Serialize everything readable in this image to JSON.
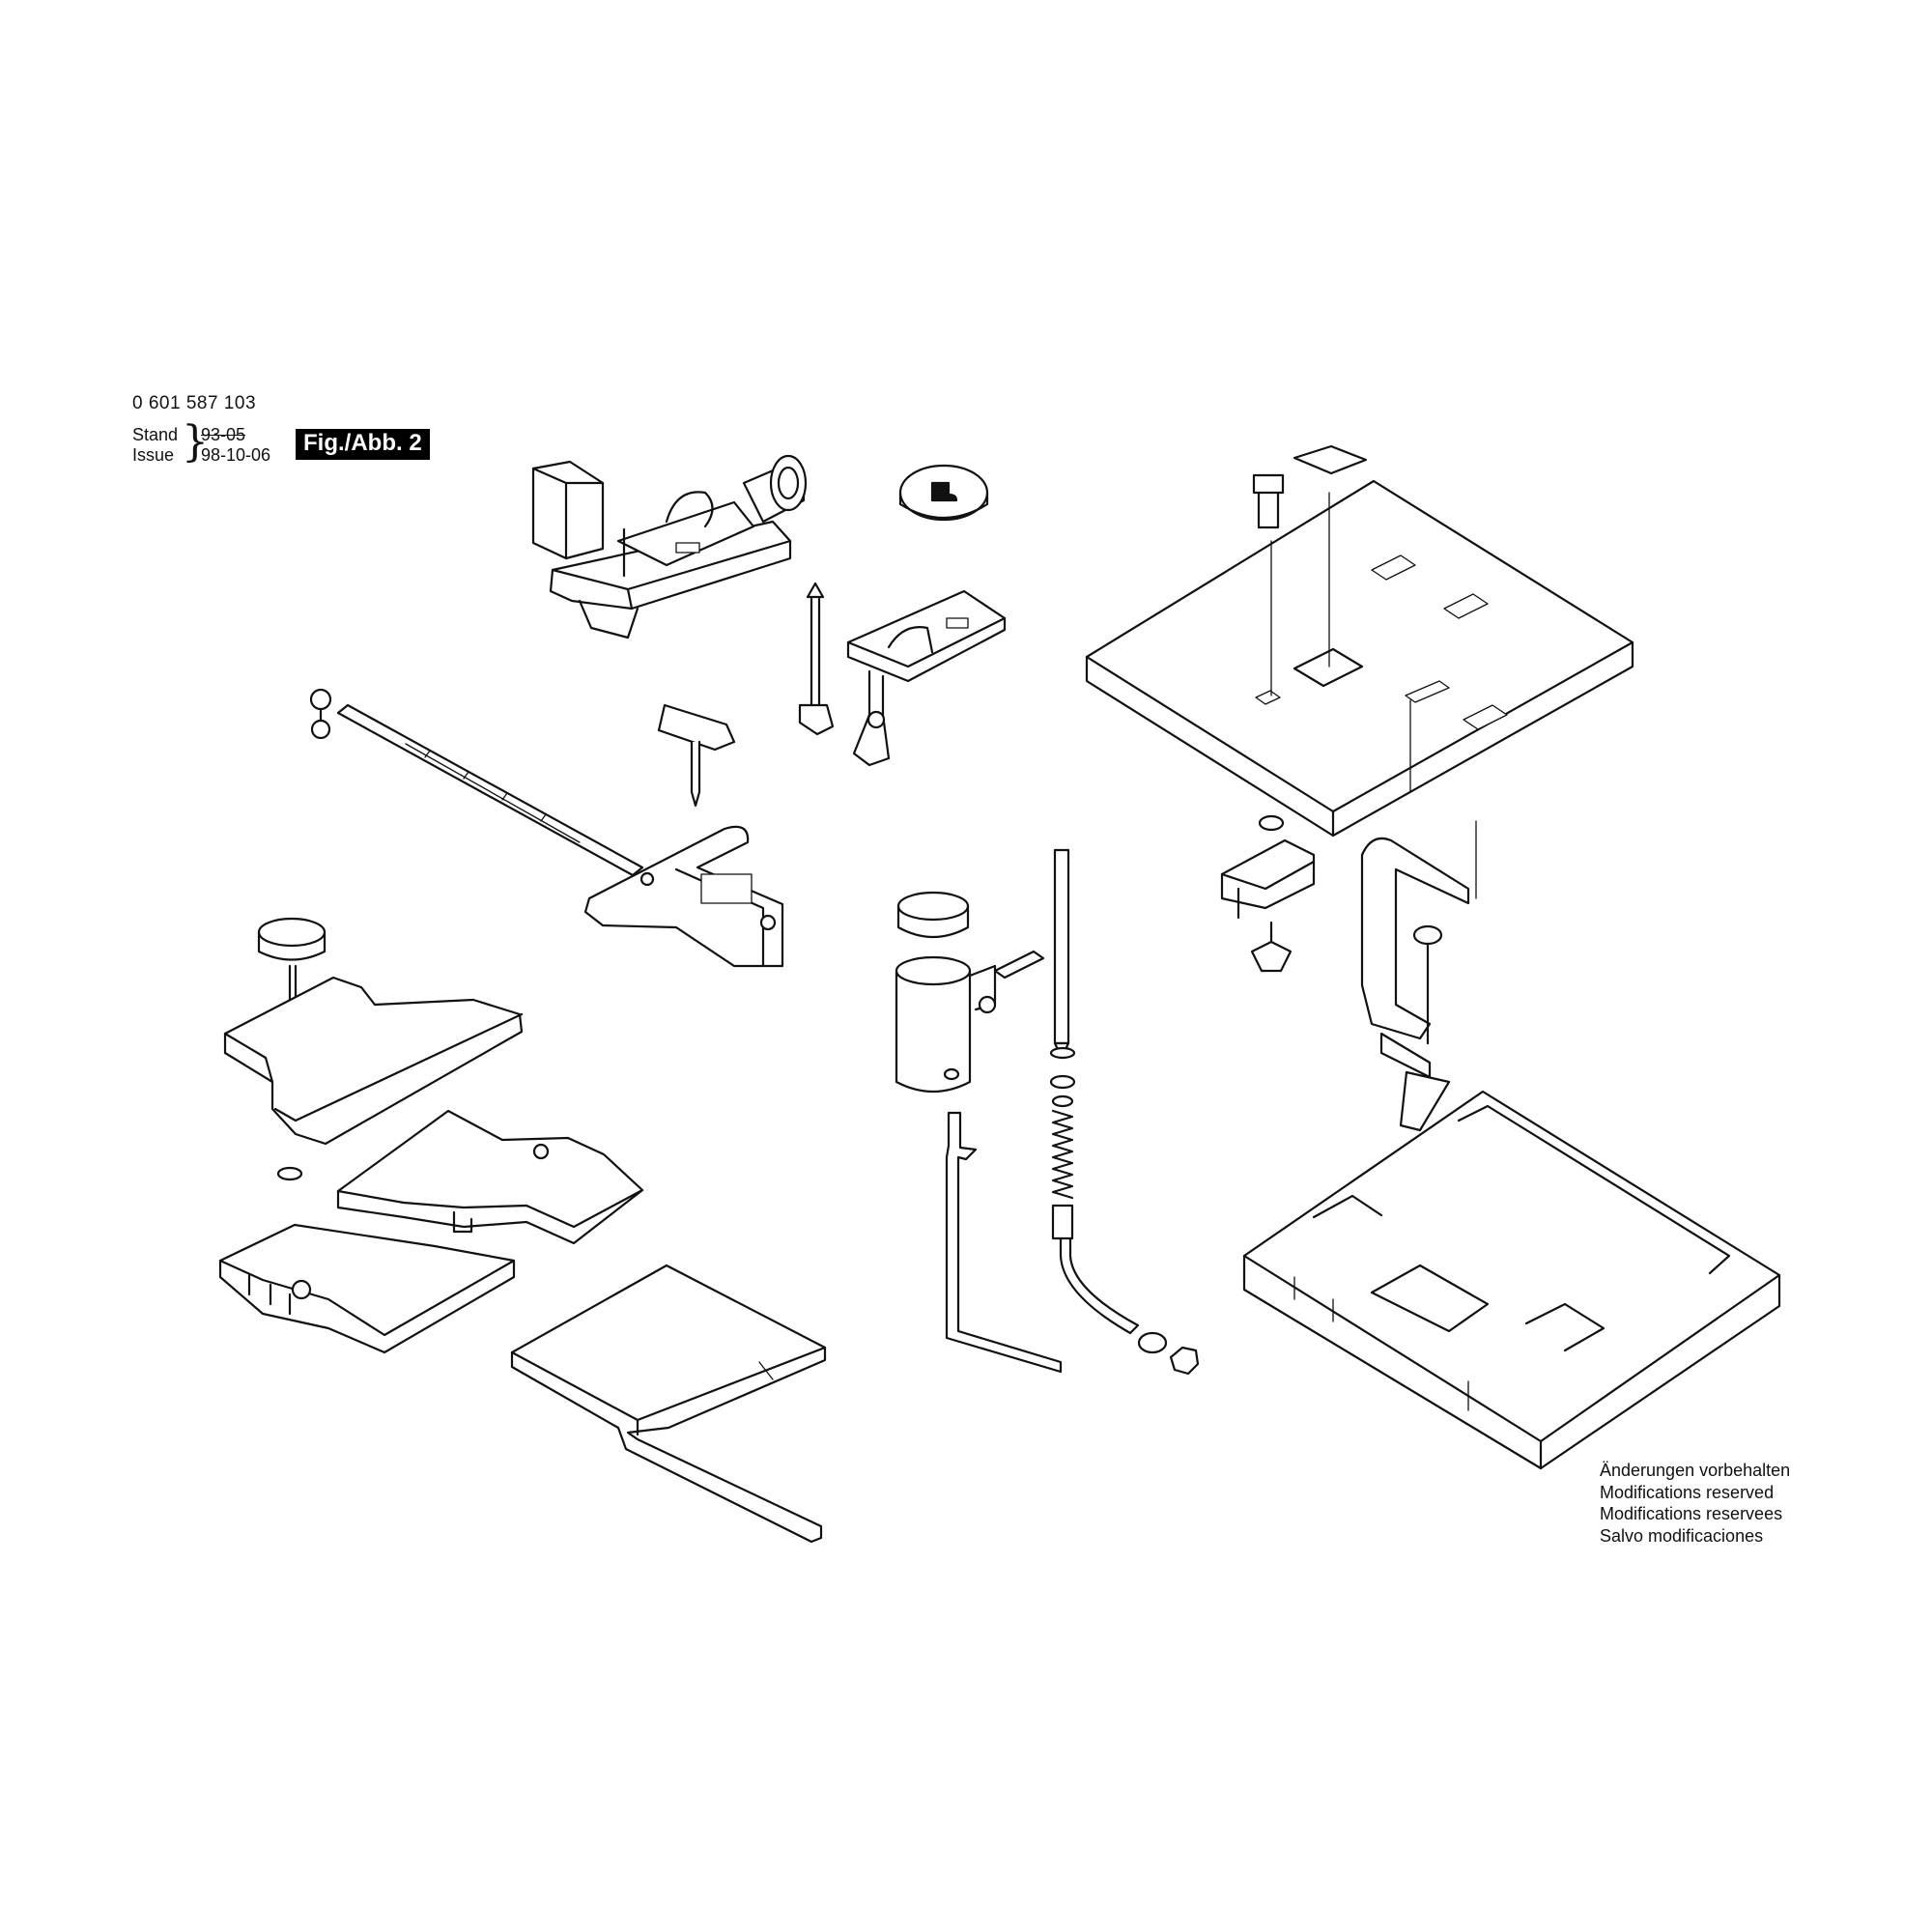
{
  "header": {
    "doc_number": "0 601 587 103",
    "stand_label": "Stand",
    "issue_label": "Issue",
    "stand_date": "93-05",
    "issue_date": "98-10-06",
    "figure_label": "Fig./Abb. 2"
  },
  "footer": {
    "modifications": [
      "Änderungen vorbehalten",
      "Modifications reserved",
      "Modifications reservees",
      "Salvo modificaciones"
    ]
  }
}
